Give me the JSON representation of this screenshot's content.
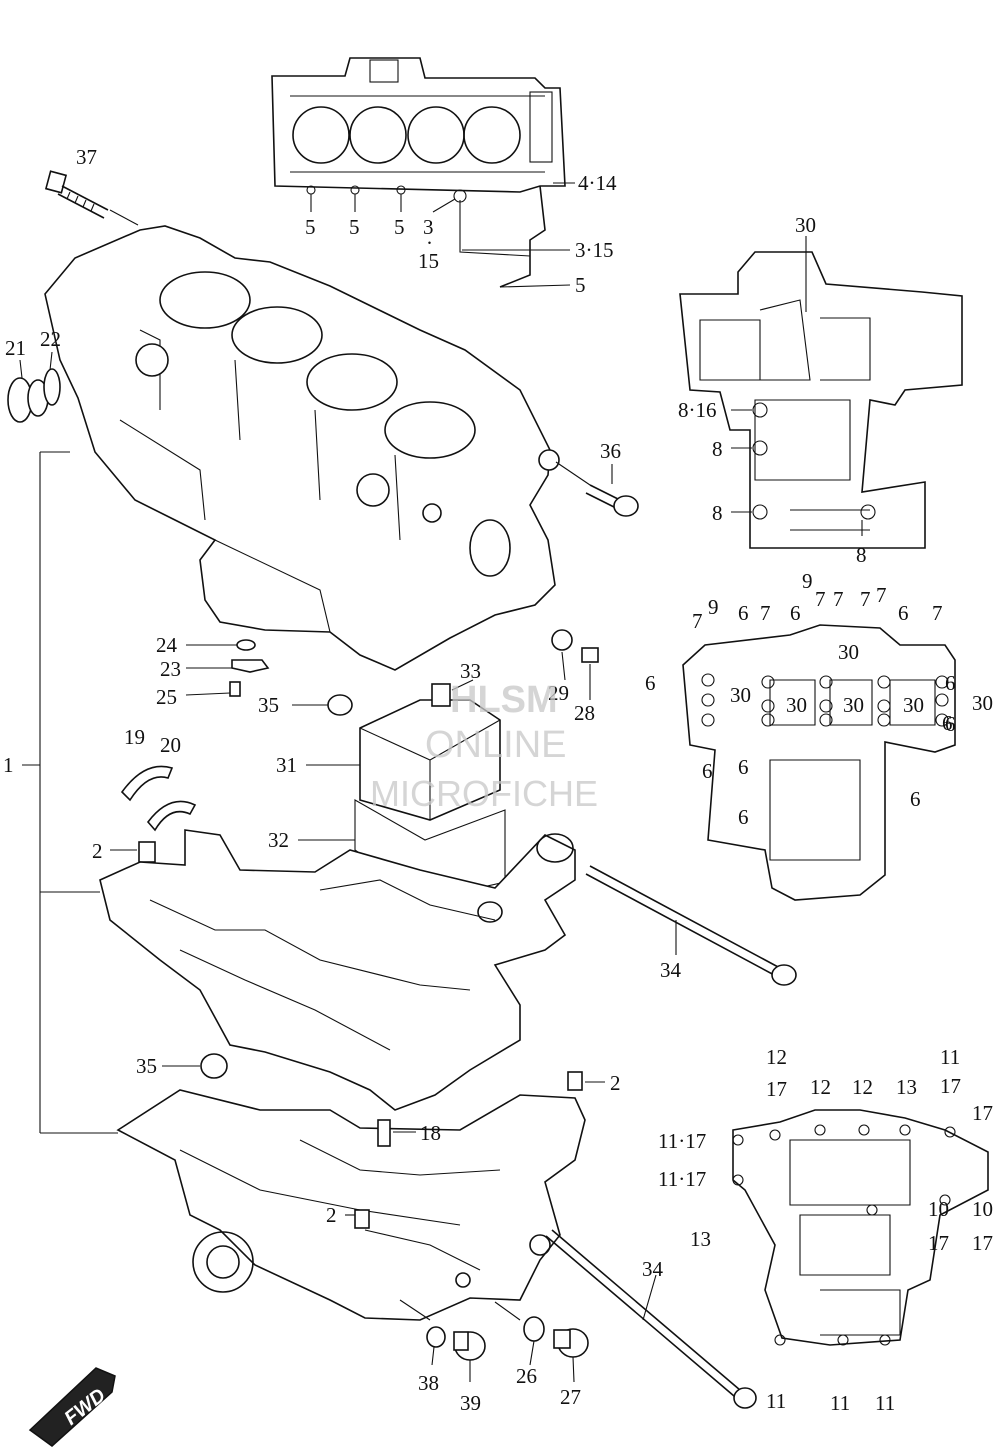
{
  "watermark": {
    "line1": "HLSM",
    "line2": "ONLINE",
    "line3": "MICROFICHE"
  },
  "badge": {
    "label": "FWD"
  },
  "callouts": {
    "c37": "37",
    "c21": "21",
    "c22": "22",
    "c36": "36",
    "c1": "1",
    "c24": "24",
    "c23": "23",
    "c25": "25",
    "c33": "33",
    "c29": "29",
    "c28": "28",
    "c35a": "35",
    "c31": "31",
    "c19": "19",
    "c20": "20",
    "c2a": "2",
    "c32": "32",
    "c34a": "34",
    "c35b": "35",
    "c2b": "2",
    "c18": "18",
    "c2c": "2",
    "c34b": "34",
    "c38": "38",
    "c39": "39",
    "c26": "26",
    "c27": "27",
    "h414": "4·14",
    "h5a": "5",
    "h5b": "5",
    "h5c": "5",
    "h3": "3",
    "hdot": "·",
    "h15": "15",
    "h315": "3·15",
    "h5d": "5",
    "u30": "30",
    "u816": "8·16",
    "u8a": "8",
    "u8b": "8",
    "u8c": "8",
    "m9a": "9",
    "m7a": "7",
    "m9b": "9",
    "m6a": "6",
    "m7b": "7",
    "m6b": "6",
    "m7c": "7",
    "m7d": "7",
    "m7e": "7",
    "m7f": "7",
    "m6c": "6",
    "m7g": "7",
    "m6d": "6",
    "m30a": "30",
    "m30b": "30",
    "m6e": "6",
    "m30c": "30",
    "m30d": "30",
    "m30e": "30",
    "m30f": "30",
    "m6f": "6",
    "m6g": "6",
    "m6h": "6",
    "m6i": "6",
    "m6j": "6",
    "m6k": "6",
    "l12a": "12",
    "l17a": "17",
    "l12b": "12",
    "l12c": "12",
    "l13a": "13",
    "l11a": "11",
    "l17b": "17",
    "l17c": "17",
    "l1117a": "11·17",
    "l1117b": "11·17",
    "l13b": "13",
    "l10a": "10",
    "l10b": "10",
    "l17d": "17",
    "l17e": "17",
    "l11b": "11",
    "l11c": "11",
    "l11d": "11"
  }
}
